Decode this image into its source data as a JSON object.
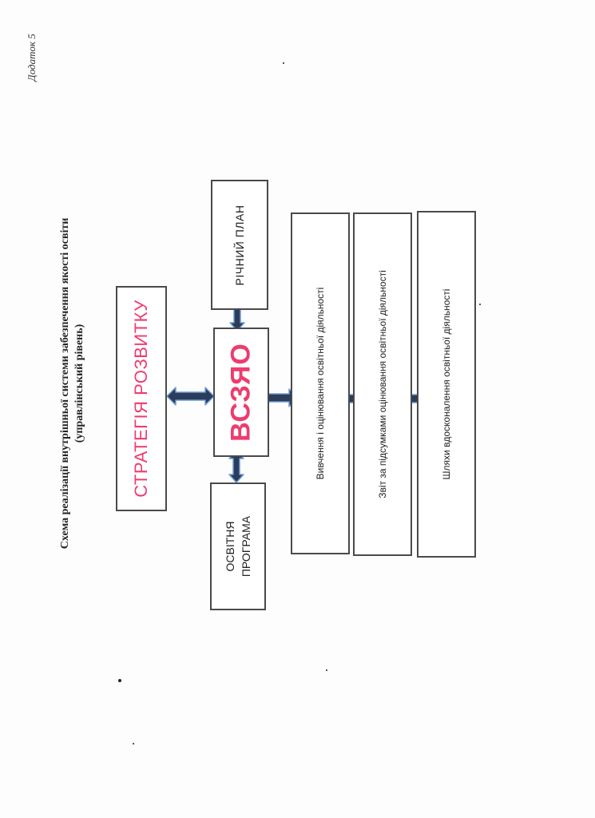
{
  "appendix_label": "Додаток 5",
  "title": {
    "line1": "Схема реалізації внутрішньої системи забезпечення якості освіти",
    "line2": "(управлінський рівень)"
  },
  "boxes": {
    "strategy": "СТРАТЕГІЯ РОЗВИТКУ",
    "vszyao": "ВСЗЯО",
    "annual_plan": "РІЧНИЙ ПЛАН",
    "education_program_line1": "ОСВІТНЯ",
    "education_program_line2": "ПРОГРАМА",
    "study": "Вивчення і оцінювання освітньої діяльності",
    "report": "Звіт за підсумками оцінювання освітньої діяльності",
    "improvement": "Шляхи вдосконалення освітньої діяльності"
  },
  "colors": {
    "accent_pink": "#ee3c6e",
    "arrow_fill": "#2b3d5a",
    "arrow_outline": "#6f9cd6",
    "box_border": "#4a4a4a"
  }
}
